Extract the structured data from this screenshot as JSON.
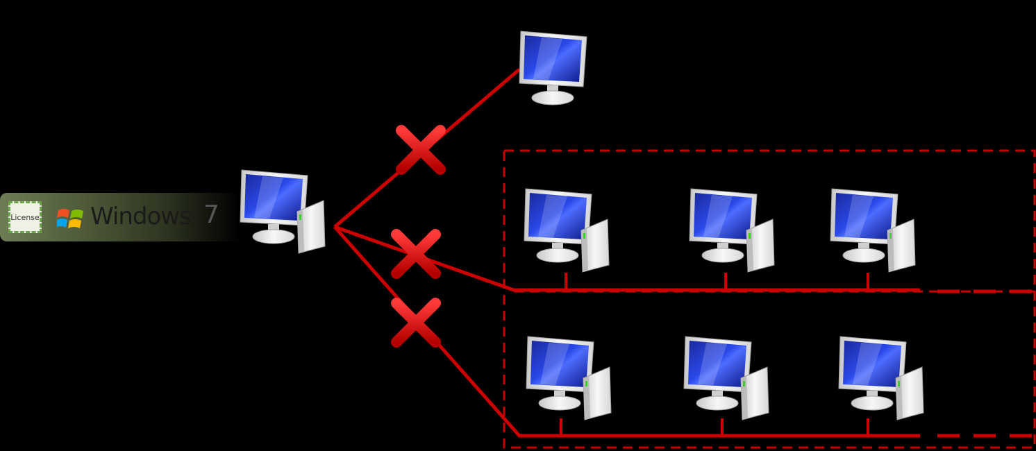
{
  "badge": {
    "stamp_label": "License",
    "product_name": "Windows",
    "product_version": "7"
  },
  "colors": {
    "link": "#cc0000",
    "dashed_border": "#cc0000",
    "background": "#000000"
  },
  "icons": {
    "computer": "desktop-computer-icon",
    "monitor": "monitor-icon",
    "blocked": "red-x-icon"
  }
}
